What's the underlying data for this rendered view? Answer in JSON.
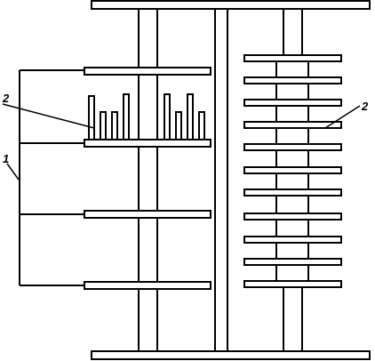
{
  "labels": {
    "left_bracket": "1",
    "left_callout": "2",
    "right_callout": "2"
  },
  "colors": {
    "stroke": "#000000",
    "fill": "#ffffff"
  }
}
